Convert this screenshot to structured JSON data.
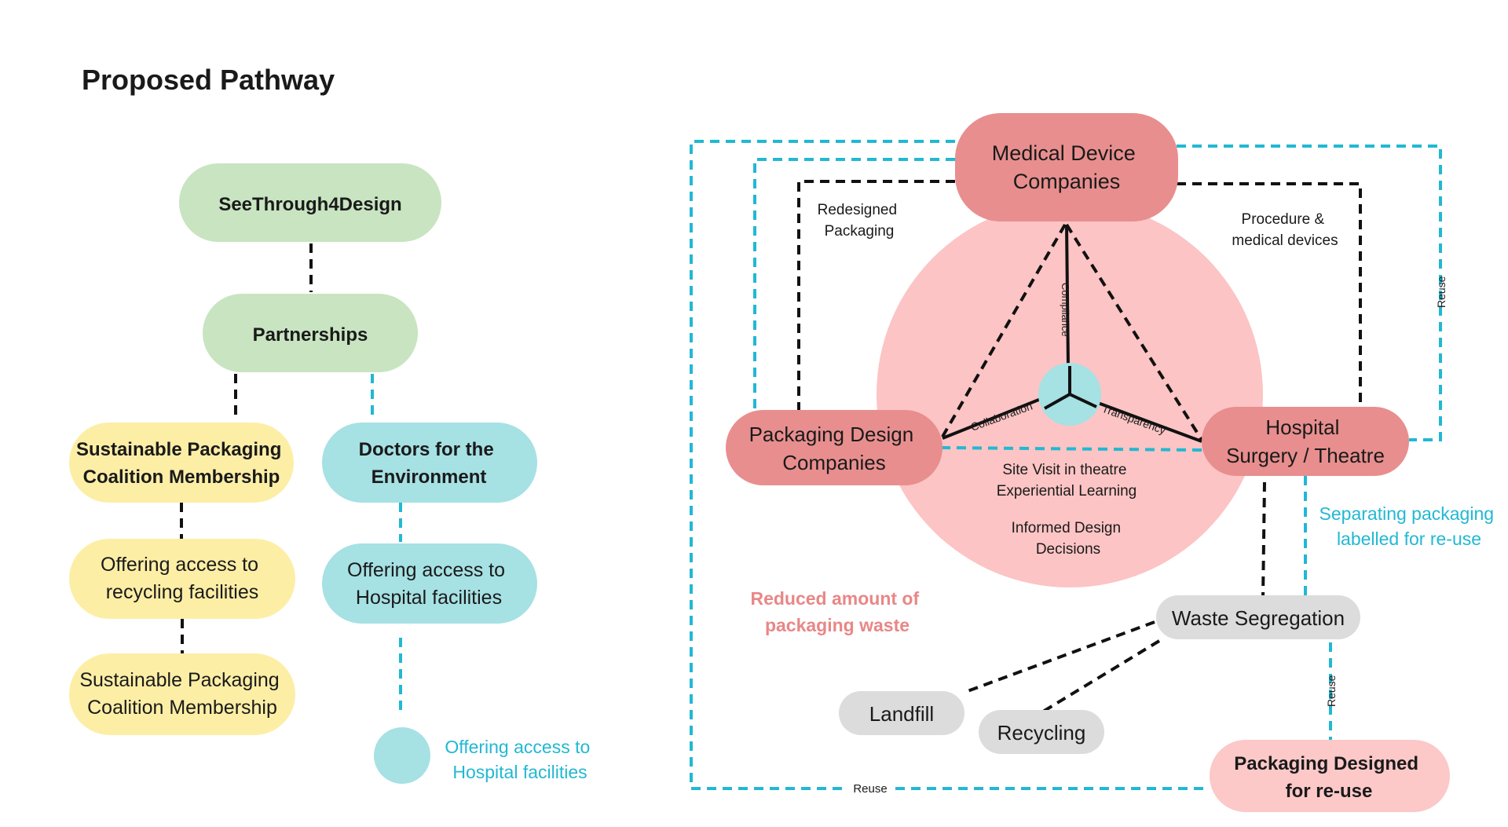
{
  "title": "Proposed Pathway",
  "left": {
    "root": "SeeThrough4Design",
    "partnerships": "Partnerships",
    "spc_membership_top": [
      "Sustainable Packaging",
      "Coalition Membership"
    ],
    "doctors": [
      "Doctors for the",
      "Environment"
    ],
    "recycling_access": [
      "Offering access to",
      "recycling facilities"
    ],
    "hospital_access": [
      "Offering access to",
      "Hospital facilities"
    ],
    "spc_membership_bottom": [
      "Sustainable Packaging",
      "Coalition Membership"
    ],
    "legend_text": [
      "Offering access to",
      "Hospital facilities"
    ]
  },
  "right": {
    "medical_device": [
      "Medical Device",
      "Companies"
    ],
    "packaging_design": [
      "Packaging Design",
      "Companies"
    ],
    "hospital": [
      "Hospital",
      "Surgery / Theatre"
    ],
    "redesigned_packaging": [
      "Redesigned",
      "Packaging"
    ],
    "procedure_devices": [
      "Procedure &",
      "medical devices"
    ],
    "compliance": "Compliance",
    "collaboration": "Collaboration",
    "transparency": "Transparency",
    "site_visit": [
      "Site Visit in theatre",
      "Experiential Learning"
    ],
    "informed_design": [
      "Informed Design",
      "Decisions"
    ],
    "reduced_waste": [
      "Reduced amount of",
      "packaging waste"
    ],
    "separating_packaging": [
      "Separating packaging",
      "labelled for re-use"
    ],
    "waste_segregation": "Waste Segregation",
    "landfill": "Landfill",
    "recycling": "Recycling",
    "packaging_reuse": [
      "Packaging  Designed",
      "for re-use"
    ],
    "reuse_right": "Reuse",
    "reuse_mid": "Reuse",
    "reuse_bottom": "Reuse"
  },
  "colors": {
    "green": "#c8e4c1",
    "yellow": "#fdeea6",
    "cyan": "#a6e1e4",
    "cyan_line": "#22b8d3",
    "red_pill": "#e88e8e",
    "pink_circle": "#fcc4c4",
    "pink_pill": "#fcc8c8",
    "grey": "#dcdcdc",
    "reduced_text": "#e88787"
  }
}
